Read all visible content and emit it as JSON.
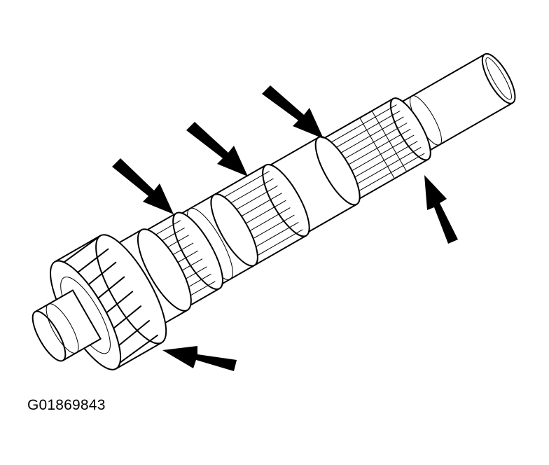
{
  "figure": {
    "caption": "G01869843",
    "subject": "transmission shaft with helical gear and spline sections",
    "arrows": [
      {
        "id": "arrow-1",
        "target": "first-spline-band"
      },
      {
        "id": "arrow-2",
        "target": "second-spline-band"
      },
      {
        "id": "arrow-3",
        "target": "third-spline-band"
      },
      {
        "id": "arrow-4",
        "target": "rear-spline-ring"
      },
      {
        "id": "arrow-5",
        "target": "helical-gear-teeth"
      }
    ],
    "colors": {
      "ink": "#000000",
      "background": "#ffffff"
    }
  }
}
